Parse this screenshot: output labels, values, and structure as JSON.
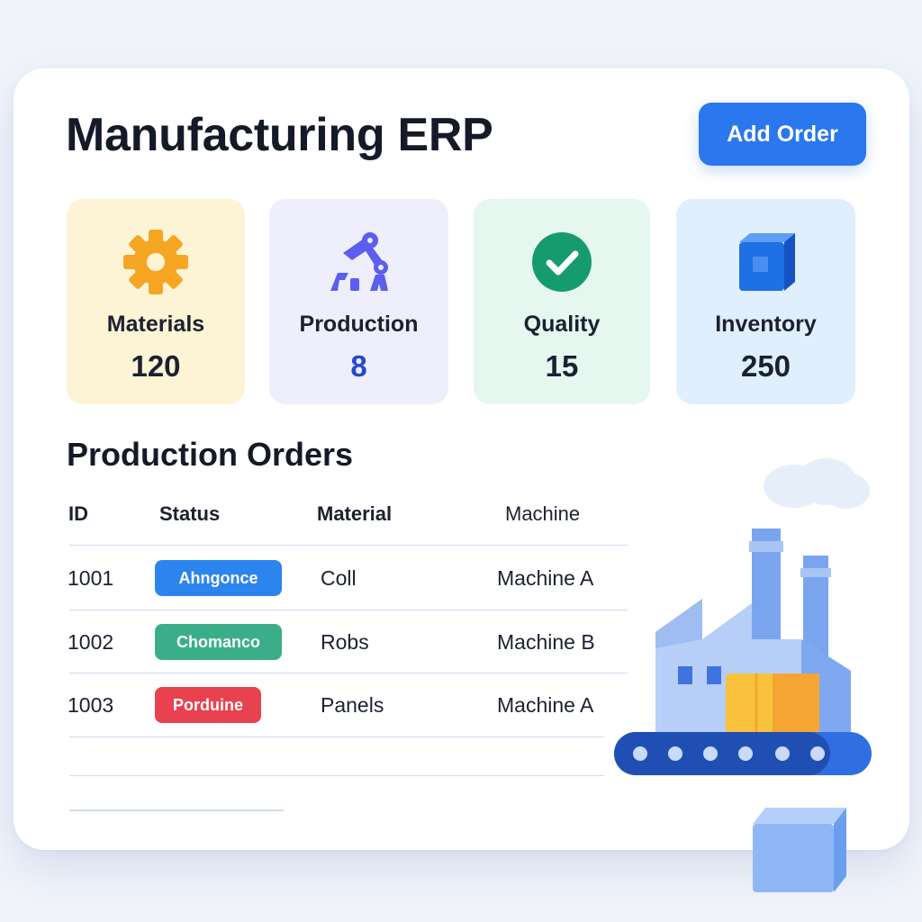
{
  "header": {
    "title": "Manufacturing ERP",
    "add_order_label": "Add Order"
  },
  "stats": [
    {
      "label": "Materials",
      "value": "120",
      "icon": "gear-icon",
      "color": "#f6a623"
    },
    {
      "label": "Production",
      "value": "8",
      "icon": "robot-arm-icon",
      "color": "#5b5ef0"
    },
    {
      "label": "Quality",
      "value": "15",
      "icon": "check-circle-icon",
      "color": "#169b6f"
    },
    {
      "label": "Inventory",
      "value": "250",
      "icon": "box-icon",
      "color": "#1f6fe5"
    }
  ],
  "orders": {
    "title": "Production Orders",
    "columns": [
      "ID",
      "Status",
      "Material",
      "Machine"
    ],
    "rows": [
      {
        "id": "1001",
        "status": "Ahngonce",
        "status_color": "#2c84ee",
        "material": "Coll",
        "machine": "Machine A"
      },
      {
        "id": "1002",
        "status": "Chomanco",
        "status_color": "#3aae88",
        "material": "Robs",
        "machine": "Machine B"
      },
      {
        "id": "1003",
        "status": "Porduine",
        "status_color": "#e8414f",
        "material": "Panels",
        "machine": "Machine A"
      }
    ]
  },
  "illustration": {
    "icon": "factory-conveyor-icon"
  }
}
